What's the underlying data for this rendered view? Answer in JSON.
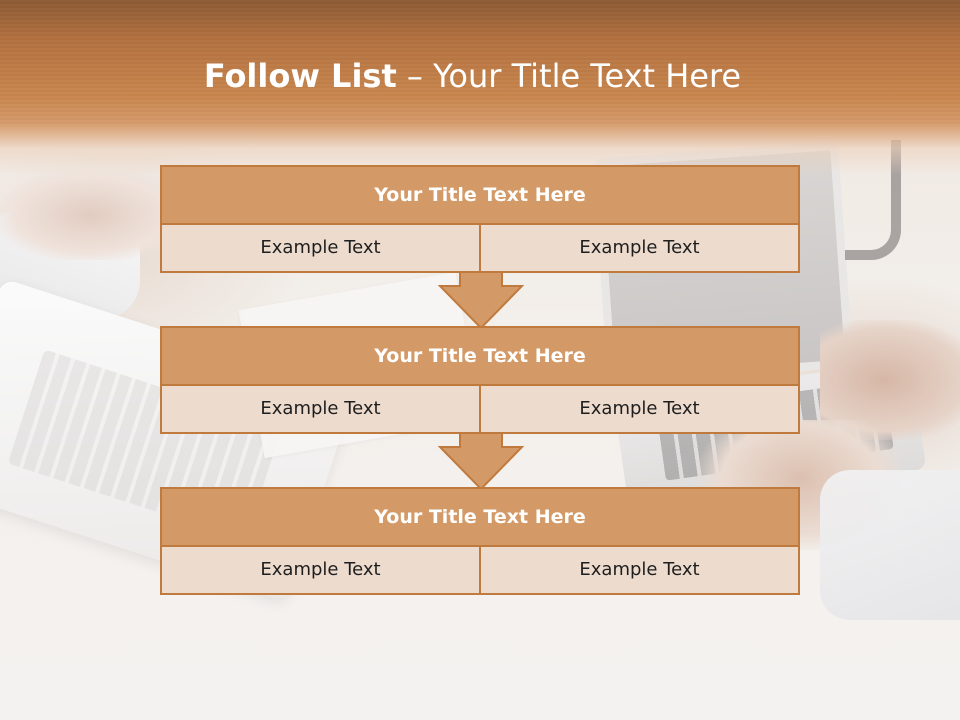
{
  "slide": {
    "title_bold": "Follow List",
    "title_rest": " – Your Title Text Here"
  },
  "steps": [
    {
      "title": "Your Title Text Here",
      "cells": [
        "Example Text",
        "Example Text"
      ]
    },
    {
      "title": "Your Title Text Here",
      "cells": [
        "Example Text",
        "Example Text"
      ]
    },
    {
      "title": "Your Title Text Here",
      "cells": [
        "Example Text",
        "Example Text"
      ]
    }
  ],
  "colors": {
    "header_orange": "#c9864d",
    "block_title_fill": "#d39a68",
    "block_cell_fill": "#eddbce",
    "block_border": "#c07a3e",
    "arrow_fill": "#d39a68"
  },
  "icons": [
    "down-arrow-icon",
    "down-arrow-icon"
  ]
}
